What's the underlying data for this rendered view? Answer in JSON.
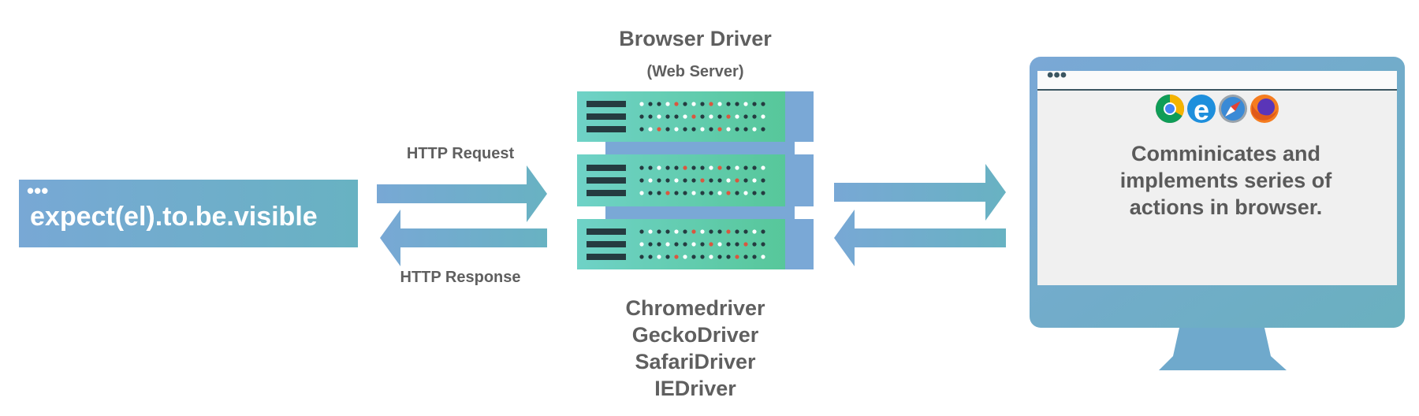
{
  "code_box": {
    "dots": "•••",
    "text": "expect(el).to.be.visible"
  },
  "http": {
    "request_label": "HTTP Request",
    "response_label": "HTTP Response"
  },
  "server": {
    "title": "Browser Driver",
    "subtitle": "(Web Server)",
    "drivers": [
      "Chromedriver",
      "GeckoDriver",
      "SafariDriver",
      "IEDriver"
    ]
  },
  "monitor": {
    "window_dots": "•••",
    "browser_icons": [
      "chrome-icon",
      "edge-icon",
      "safari-icon",
      "firefox-icon"
    ],
    "description_lines": [
      "Comminicates and",
      "implements series of",
      "actions in browser."
    ]
  },
  "colors": {
    "blue": "#78a8d5",
    "teal": "#68b2c2",
    "server_teal": "#5fd3b8",
    "server_blue": "#7aa8d6",
    "dark": "#253b40",
    "red_dot": "#d9573f",
    "text_gray": "#5f5f5f"
  }
}
